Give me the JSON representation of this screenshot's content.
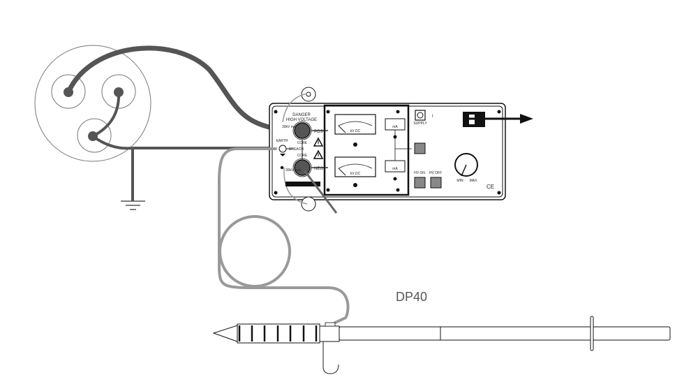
{
  "diagram": {
    "device_label": "DP40",
    "panel": {
      "danger_line1": "DANGER",
      "danger_line2": "HIGH VOLTAGE",
      "pos_label": "POS",
      "neg_label": "NEG",
      "core_top_label": "CORE",
      "core_bottom_label": "CORE",
      "earth_label": "EARTH",
      "breach_label": "BREACH",
      "voltage_top_label": "30kV max",
      "voltage_bottom_label": "30kV max",
      "meter_top_label": "kV DC",
      "meter_bottom_label": "kV DC",
      "small_meter_label": "mA",
      "supply_label": "SUPPLY",
      "supply_switch_label": "I",
      "hv_on_label": "HV ON",
      "hv_off_label": "HV OFF",
      "min_label": "MIN",
      "max_label": "MAX",
      "ce_mark": "CE"
    },
    "colors": {
      "cable": "#555555",
      "probe_lead": "#999999",
      "outline": "#111111",
      "knob": "#555555",
      "button": "#888888"
    }
  }
}
